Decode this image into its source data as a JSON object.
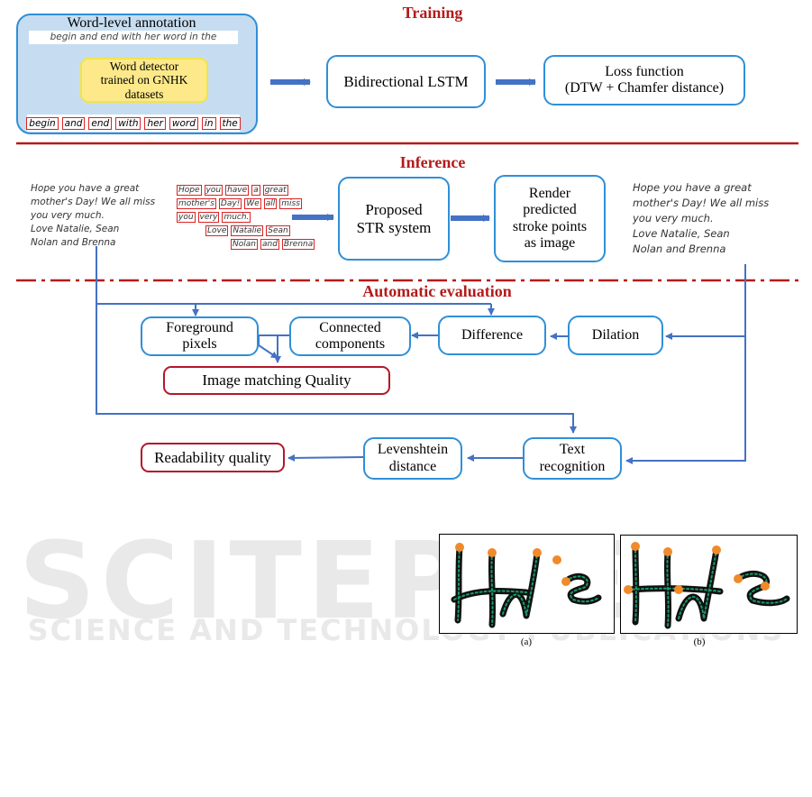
{
  "training": {
    "heading": "Training",
    "annotation_title": "Word-level annotation",
    "sample_line": "begin and end with her word in the",
    "detector_label": "Word detector\ntrained on GNHK\ndatasets",
    "word_boxes": [
      "begin",
      "and",
      "end",
      "with",
      "her",
      "word",
      "in",
      "the"
    ],
    "lstm_label": "Bidirectional LSTM",
    "loss_label": "Loss function\n(DTW + Chamfer distance)"
  },
  "inference": {
    "heading": "Inference",
    "note_text": "Hope you have a great\nmother's Day! We all miss\nyou very much.\nLove Natalie, Sean\nNolan and Brenna",
    "boxed_lines": [
      [
        "Hope",
        "you",
        "have",
        "a",
        "great"
      ],
      [
        "mother's",
        "Day!",
        "We",
        "all",
        "miss"
      ],
      [
        "you",
        "very",
        "much."
      ],
      [
        "Love",
        "Natalie",
        "Sean"
      ],
      [
        "Nolan",
        "and",
        "Brenna"
      ]
    ],
    "str_label": "Proposed\nSTR system",
    "render_label": "Render\npredicted\nstroke points\nas image",
    "output_text": "Hope you have a great\nmother's Day! We all miss\nyou very much.\nLove Natalie, Sean\nNolan and Brenna"
  },
  "evaluation": {
    "heading": "Automatic evaluation",
    "foreground": "Foreground\npixels",
    "connected": "Connected\ncomponents",
    "difference": "Difference",
    "dilation": "Dilation",
    "image_quality": "Image matching Quality",
    "readability": "Readability quality",
    "levenshtein": "Levenshtein\ndistance",
    "text_recognition": "Text\nrecognition"
  },
  "figure": {
    "caption_a": "(a)",
    "caption_b": "(b)"
  },
  "watermark": {
    "line1": "SCITEPRESS",
    "line2": "SCIENCE AND TECHNOLOGY PUBLICATIONS"
  },
  "colors": {
    "box_border": "#2f8fd8",
    "arrow": "#4472c4",
    "heading": "#b31b1b",
    "quality_border": "#b3182a",
    "detector_fill": "#fde98a",
    "annotation_fill": "#c6ddf1"
  }
}
